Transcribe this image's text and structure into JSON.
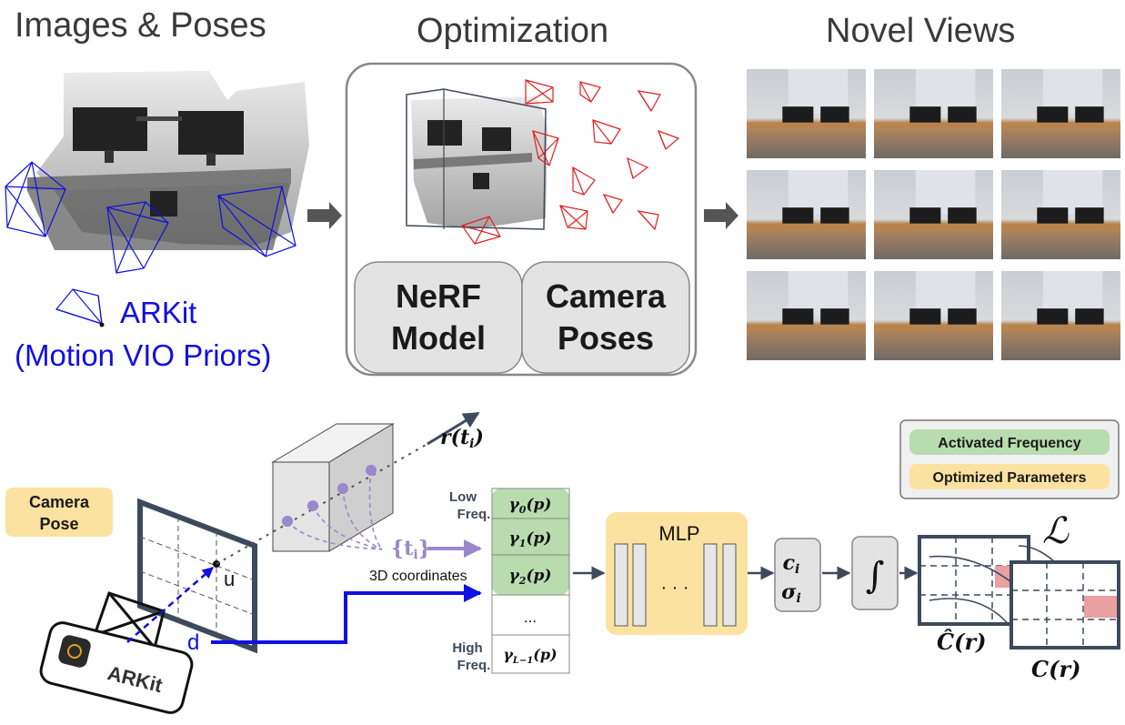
{
  "headings": {
    "images_poses": "Images & Poses",
    "optimization": "Optimization",
    "novel_views": "Novel Views"
  },
  "arkit_prior": {
    "name": "ARKit",
    "subtitle": "(Motion VIO Priors)"
  },
  "optimization_box": {
    "nerf_line1": "NeRF",
    "nerf_line2": "Model",
    "camera_line1": "Camera",
    "camera_line2": "Poses"
  },
  "legend": {
    "activated": "Activated Frequency",
    "optimized": "Optimized Parameters"
  },
  "pipeline": {
    "camera_pose_line1": "Camera",
    "camera_pose_line2": "Pose",
    "device_label": "ARKit",
    "pixel_label": "u",
    "direction_label": "d",
    "ray_label": "r(t",
    "ray_sub": "i",
    "samples_label_open": "{t",
    "samples_sub": "i",
    "samples_label_close": "}",
    "coords_label": "3D coordinates",
    "low_freq_1": "Low",
    "low_freq_2": "Freq.",
    "high_freq_1": "High",
    "high_freq_2": "Freq.",
    "enc_0": "γ",
    "enc_0_sub": "0",
    "enc_1": "γ",
    "enc_1_sub": "1",
    "enc_2": "γ",
    "enc_2_sub": "2",
    "enc_dots": "...",
    "enc_last": "γ",
    "enc_last_sub": "L−1",
    "enc_arg": "(p)",
    "mlp_label": "MLP",
    "mlp_dots": "· · ·",
    "color_out": "c",
    "color_sub": "i",
    "density_out": "σ",
    "density_sub": "i",
    "integral": "∫",
    "loss": "ℒ",
    "pred_color": "Ĉ(r)",
    "gt_color": "C(r)"
  },
  "colors": {
    "heading": "#3a3a3a",
    "arkit_blue": "#1010e0",
    "pose_red": "#e02020",
    "dark_slate": "#3d4a5c",
    "green_fill": "#b8dcae",
    "yellow_fill": "#fbe2a0",
    "purple": "#9a88cc",
    "pink": "#e8a0a0",
    "gray_box": "#e3e3e3"
  }
}
